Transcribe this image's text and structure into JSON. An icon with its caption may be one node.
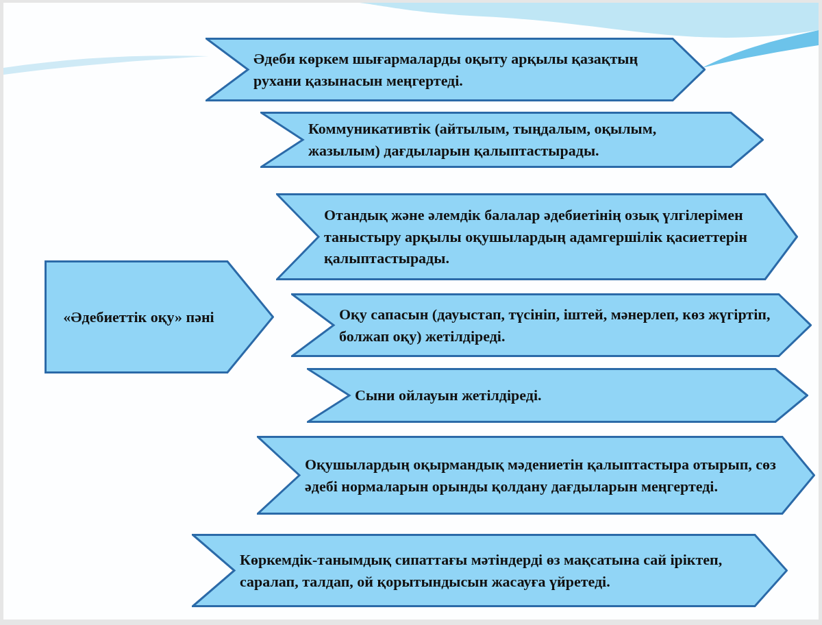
{
  "diagram": {
    "nodes": [
      {
        "text": [
          "«Әдебиеттік оқу» пәні"
        ]
      },
      {
        "text": [
          "Әдеби көркем шығармаларды оқыту арқылы қазақтың рухани қазынасын меңгертеді."
        ]
      },
      {
        "text": [
          "Коммуникативтік (айтылым, тыңдалым, оқылым, жазылым) дағдыларын қалыптастырады."
        ]
      },
      {
        "text": [
          "Отандық және әлемдік балалар әдебиетінің озық үлгілерімен таныстыру арқылы оқушылардың адамгершілік қасиеттерін қалыптастырады."
        ]
      },
      {
        "text": [
          "Оқу сапасын (дауыстап, түсініп, іштей, мәнерлеп, көз жүгіртіп, болжап оқу) жетілдіреді."
        ]
      },
      {
        "text": [
          "Сыни ойлауын жетілдіреді."
        ]
      },
      {
        "text": [
          "Оқушылардың оқырмандық мәдениетін қалыптастыра отырып, сөз әдебі нормаларын орынды қолдану дағдыларын меңгертеді."
        ]
      },
      {
        "text": [
          "Көркемдік-танымдық сипаттағы мәтіндерді өз мақсатына сай іріктеп, саралап, талдап, ой қорытындысын жасауға үйретеді."
        ]
      }
    ]
  }
}
